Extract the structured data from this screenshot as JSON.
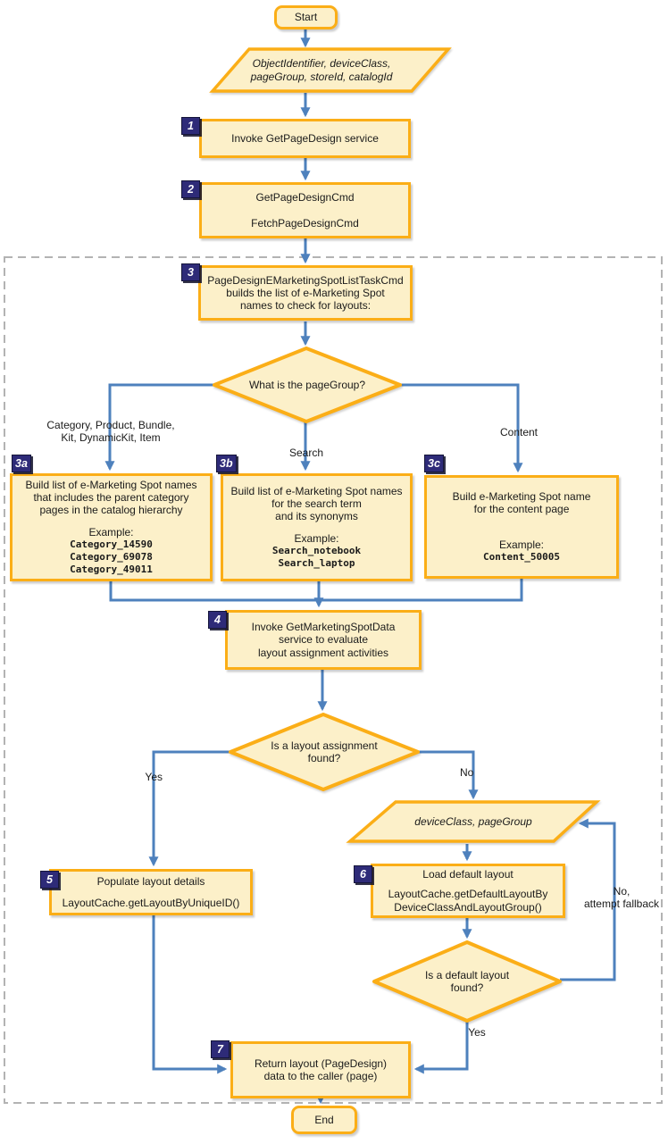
{
  "colors": {
    "shape_fill": "#FCF0C9",
    "shape_border": "#FBAE17",
    "arrow": "#4E81BD",
    "badge_bg": "#2E2B78",
    "dashed_border": "#B3B3B3"
  },
  "nodes": {
    "start": {
      "label": "Start"
    },
    "input1": {
      "lines": [
        "ObjectIdentifier, deviceClass,",
        "pageGroup, storeId, catalogId"
      ]
    },
    "step1": {
      "badge": "1",
      "label": "Invoke GetPageDesign service"
    },
    "step2": {
      "badge": "2",
      "lines": [
        "GetPageDesignCmd",
        "FetchPageDesignCmd"
      ]
    },
    "step3": {
      "badge": "3",
      "lines": [
        "PageDesignEMarketingSpotListTaskCmd",
        "builds the list of e-Marketing Spot",
        "names to check for layouts:"
      ]
    },
    "decision_pagegroup": {
      "label": "What is the pageGroup?"
    },
    "step3a": {
      "badge": "3a",
      "lines": [
        "Build list of e-Marketing Spot names",
        "that includes the parent category",
        "pages in the catalog hierarchy"
      ],
      "example_label": "Example:",
      "examples": [
        "Category_14590",
        "Category_69078",
        "Category_49011"
      ]
    },
    "step3b": {
      "badge": "3b",
      "lines": [
        "Build list of e-Marketing Spot names",
        "for the search term",
        "and its synonyms"
      ],
      "example_label": "Example:",
      "examples": [
        "Search_notebook",
        "Search_laptop"
      ]
    },
    "step3c": {
      "badge": "3c",
      "lines": [
        "Build e-Marketing Spot name",
        "for the content page"
      ],
      "example_label": "Example:",
      "examples": [
        "Content_50005"
      ]
    },
    "step4": {
      "badge": "4",
      "lines": [
        "Invoke GetMarketingSpotData",
        "service to evaluate",
        "layout assignment activities"
      ]
    },
    "decision_assignment": {
      "lines": [
        "Is a layout assignment",
        "found?"
      ]
    },
    "input2": {
      "label": "deviceClass, pageGroup"
    },
    "step5": {
      "badge": "5",
      "lines": [
        "Populate layout details",
        "LayoutCache.getLayoutByUniqueID()"
      ]
    },
    "step6": {
      "badge": "6",
      "title": "Load default layout",
      "lines": [
        "LayoutCache.getDefaultLayoutBy",
        "DeviceClassAndLayoutGroup()"
      ]
    },
    "decision_default": {
      "lines": [
        "Is a default layout",
        "found?"
      ]
    },
    "step7": {
      "badge": "7",
      "lines": [
        "Return layout (PageDesign)",
        "data to the caller (page)"
      ]
    },
    "end": {
      "label": "End"
    }
  },
  "edge_labels": {
    "branch_category": [
      "Category, Product, Bundle,",
      "Kit, DynamicKit, Item"
    ],
    "branch_search": "Search",
    "branch_content": "Content",
    "yes1": "Yes",
    "no1": "No",
    "yes2": "Yes",
    "fallback": [
      "No,",
      "attempt fallback"
    ]
  }
}
